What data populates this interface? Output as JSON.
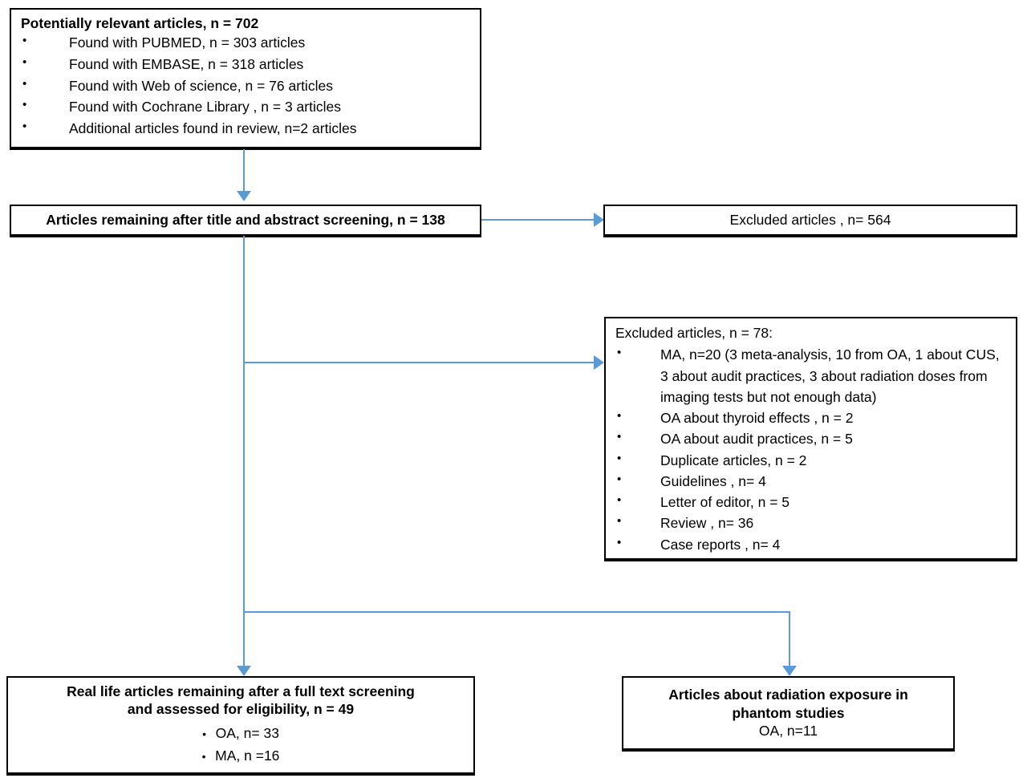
{
  "diagram": {
    "type": "prisma-flow-diagram",
    "accent_color": "#5b9bd5",
    "box_border_color": "#000000",
    "background_color": "#ffffff"
  },
  "boxes": {
    "sources": {
      "title": "Potentially relevant articles, n = 702",
      "bullets": [
        "Found with PUBMED, n = 303  articles",
        "Found with EMBASE, n =  318  articles",
        "Found with Web of science, n =  76 articles",
        "Found with Cochrane Library , n =  3 articles",
        "Additional articles found in review, n=2 articles"
      ]
    },
    "screened": {
      "title": "Articles remaining after title and abstract screening, n = 138"
    },
    "excluded_564": {
      "title": "Excluded articles , n= 564"
    },
    "excluded_78": {
      "lead": "Excluded articles, n = 78:",
      "bullets": [
        "MA, n=20 (3 meta-analysis, 10 from OA, 1 about CUS, 3 about audit practices, 3  about radiation doses from imaging tests but not enough data)",
        "OA about thyroid effects , n = 2",
        "OA about audit practices, n = 5",
        "Duplicate articles, n = 2",
        "Guidelines , n= 4",
        "Letter of editor, n = 5",
        " Review , n= 36",
        "Case reports , n= 4"
      ]
    },
    "real_life": {
      "title_line1": "Real life articles remaining after a full text screening",
      "title_line2": "and assessed for eligibility, n = 49",
      "sub_bullets": [
        "OA, n= 33",
        "MA, n =16"
      ]
    },
    "phantom": {
      "title_line1": "Articles about radiation exposure in",
      "title_line2": "phantom studies",
      "detail": "OA, n=11"
    }
  },
  "connectors": [
    {
      "name": "sources-to-screened",
      "from": "sources",
      "to": "screened",
      "shape": "vertical-arrow-down"
    },
    {
      "name": "screened-to-excluded-564",
      "from": "screened",
      "to": "excluded_564",
      "shape": "horizontal-arrow-right"
    },
    {
      "name": "screened-to-excluded-78",
      "from": "screened",
      "to": "excluded_78",
      "shape": "elbow-arrow-right"
    },
    {
      "name": "screened-to-real-life",
      "from": "screened",
      "to": "real_life",
      "shape": "vertical-arrow-down"
    },
    {
      "name": "screened-to-phantom",
      "from": "screened",
      "to": "phantom",
      "shape": "elbow-arrow-down"
    }
  ]
}
